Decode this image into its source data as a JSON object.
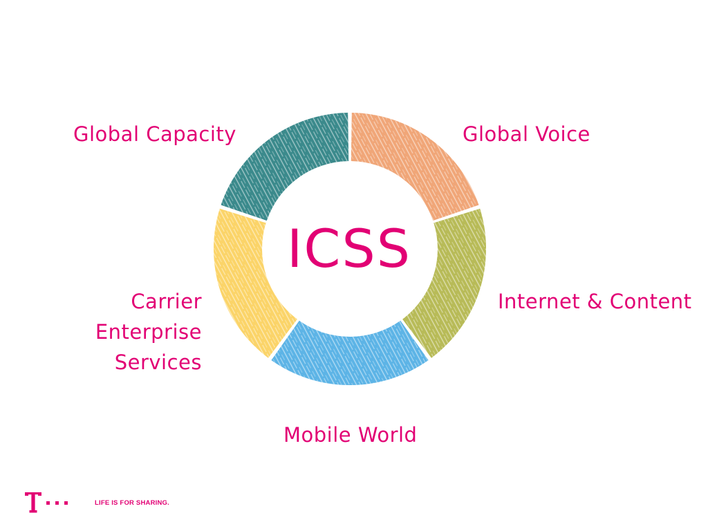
{
  "center_label": "ICSS",
  "segments": [
    {
      "key": "global-voice",
      "label": "Global Voice",
      "color": "#f0a678"
    },
    {
      "key": "internet-content",
      "label": "Internet & Content",
      "color": "#b8bb58"
    },
    {
      "key": "mobile-world",
      "label": "Mobile World",
      "color": "#5db4e6"
    },
    {
      "key": "carrier-enterprise",
      "label": "Carrier Enterprise Services",
      "color": "#fbd469"
    },
    {
      "key": "global-capacity",
      "label": "Global Capacity",
      "color": "#3b8a8c"
    }
  ],
  "text_color": "#e20074",
  "brand": {
    "logo": "telekom-t-logo",
    "tagline": "LIFE IS FOR SHARING."
  }
}
